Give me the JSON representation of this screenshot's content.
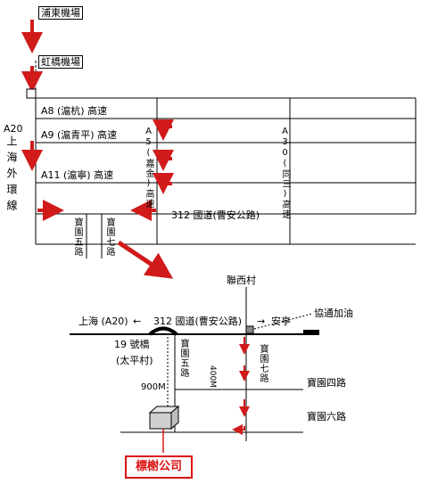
{
  "top_diagram": {
    "pudong_airport": "浦東機場",
    "hongqiao_airport": "虹橋機場",
    "a8": "A8 (滬杭) 高速",
    "a9": "A9 (滬青平) 高速",
    "a11": "A11 (滬寧) 高速",
    "a5": "A5(嘉金)高速",
    "a30": "A30(同三)高速",
    "a20_code": "A20",
    "a20_name": "上海外環線",
    "road_312": "312 國道(曹安公路)",
    "baoyuan5": "寶園五路",
    "baoyuan7": "寶園七路"
  },
  "detail_map": {
    "lianxi": "聯西村",
    "shanghai_dir": "上海 (A20)",
    "road_312": "312 國道(曹安公路)",
    "anting_dir": "安亭",
    "gas_station": "協通加油",
    "bridge_no": "19 號橋",
    "taiping": "(太平村)",
    "baoyuan5": "寶園五路",
    "baoyuan7": "寶園七路",
    "dist_400": "400M",
    "dist_900": "900M",
    "baoyuan4": "寶園四路",
    "baoyuan6": "寶園六路",
    "company": "標榭公司"
  },
  "colors": {
    "arrow": "#d11a1a",
    "line": "#000000"
  }
}
